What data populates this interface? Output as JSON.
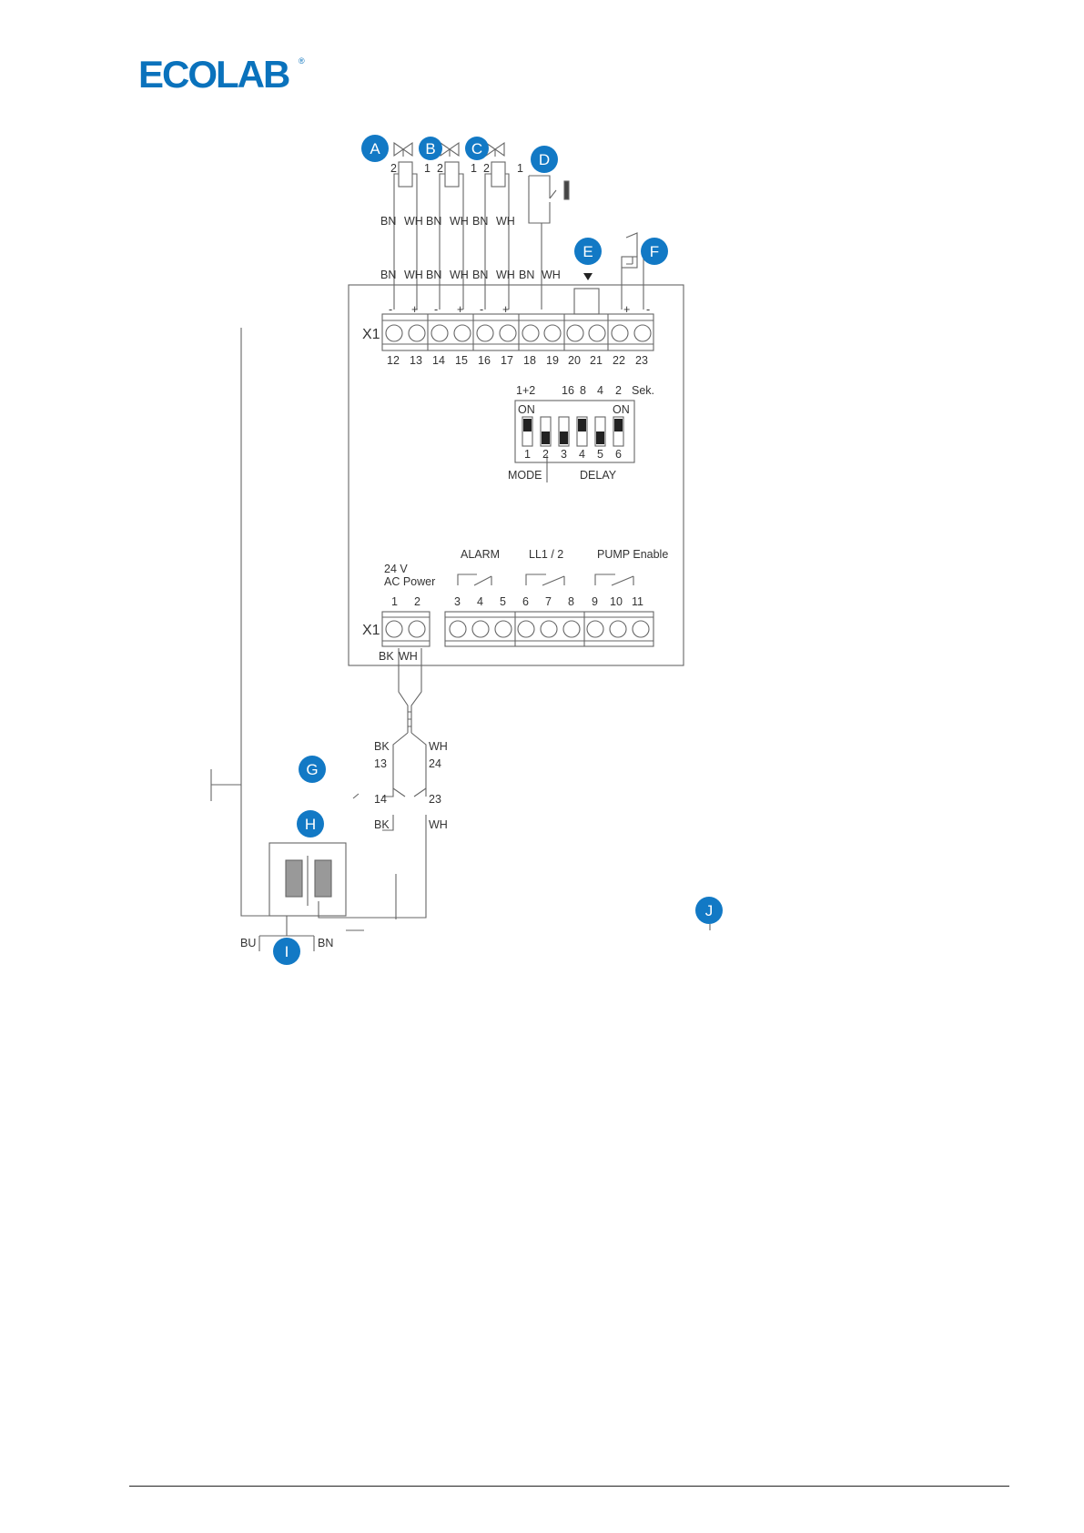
{
  "brand": {
    "logo_text": "ECOLAB",
    "registered": "®",
    "color": "#0a72bc"
  },
  "callouts": [
    "A",
    "B",
    "C",
    "D",
    "E",
    "F",
    "G",
    "H",
    "I",
    "J"
  ],
  "callout_color": "#1279c5",
  "valves": {
    "terminal_numbers": [
      "2",
      "1",
      "2",
      "1",
      "2",
      "1"
    ],
    "wire_labels_top": [
      "BN",
      "WH",
      "BN",
      "WH",
      "BN",
      "WH"
    ]
  },
  "top_block": {
    "connector_label": "X1",
    "wire_labels": [
      "BN",
      "WH",
      "BN",
      "WH",
      "BN",
      "WH",
      "BN",
      "WH"
    ],
    "polarity": [
      "-",
      "+",
      "-",
      "+",
      "-",
      "+",
      "+",
      "-"
    ],
    "terminals": [
      "12",
      "13",
      "14",
      "15",
      "16",
      "17",
      "18",
      "19",
      "20",
      "21",
      "22",
      "23"
    ]
  },
  "dip_switch": {
    "top_labels": [
      "1+2",
      "16",
      "8",
      "4",
      "2",
      "Sek."
    ],
    "on_label": "ON",
    "numbers": [
      "1",
      "2",
      "3",
      "4",
      "5",
      "6"
    ],
    "mode_label": "MODE",
    "delay_label": "DELAY"
  },
  "bottom_block": {
    "connector_label": "X1",
    "power_label_line1": "24 V",
    "power_label_line2": "AC Power",
    "groups": [
      "ALARM",
      "LL1 / 2",
      "PUMP Enable"
    ],
    "terminals": [
      "1",
      "2",
      "3",
      "4",
      "5",
      "6",
      "7",
      "8",
      "9",
      "10",
      "11"
    ],
    "wire_labels": [
      "BK",
      "WH"
    ]
  },
  "switch_g": {
    "left_labels": [
      "BK",
      "13",
      "14",
      "BK"
    ],
    "right_labels": [
      "WH",
      "24",
      "23",
      "WH"
    ]
  },
  "mains": {
    "labels": [
      "BU",
      "BN"
    ]
  }
}
